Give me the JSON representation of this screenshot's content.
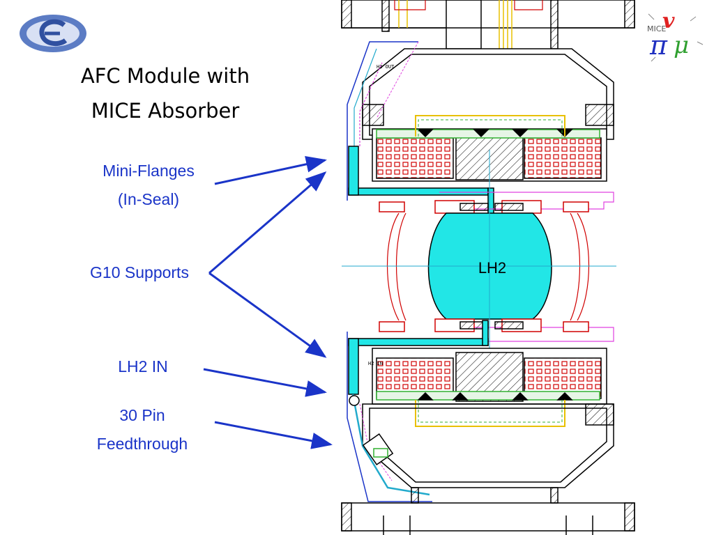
{
  "slide": {
    "title_line1": "AFC Module with",
    "title_line2": "MICE Absorber"
  },
  "callouts": {
    "mini_flanges_line1": "Mini-Flanges",
    "mini_flanges_line2": "(In-Seal)",
    "g10_supports": "G10 Supports",
    "lh2_in": "LH2 IN",
    "pin_line1": "30 Pin",
    "pin_line2": "Feedthrough"
  },
  "drawing": {
    "lh2_label": "LH2",
    "h2_out": "H2 OUT",
    "h2_in": "H2 IN"
  },
  "colors": {
    "callout_text": "#1a34c8",
    "arrow": "#1a34c8",
    "lh2_fill": "#22e6e6",
    "outline": "#000000",
    "magenta": "#e040e0",
    "yellow": "#e8c000",
    "green": "#30b030",
    "red": "#d00000"
  },
  "icons": [
    "mice-logo-icon",
    "pi-nu-mu-logo-icon"
  ]
}
